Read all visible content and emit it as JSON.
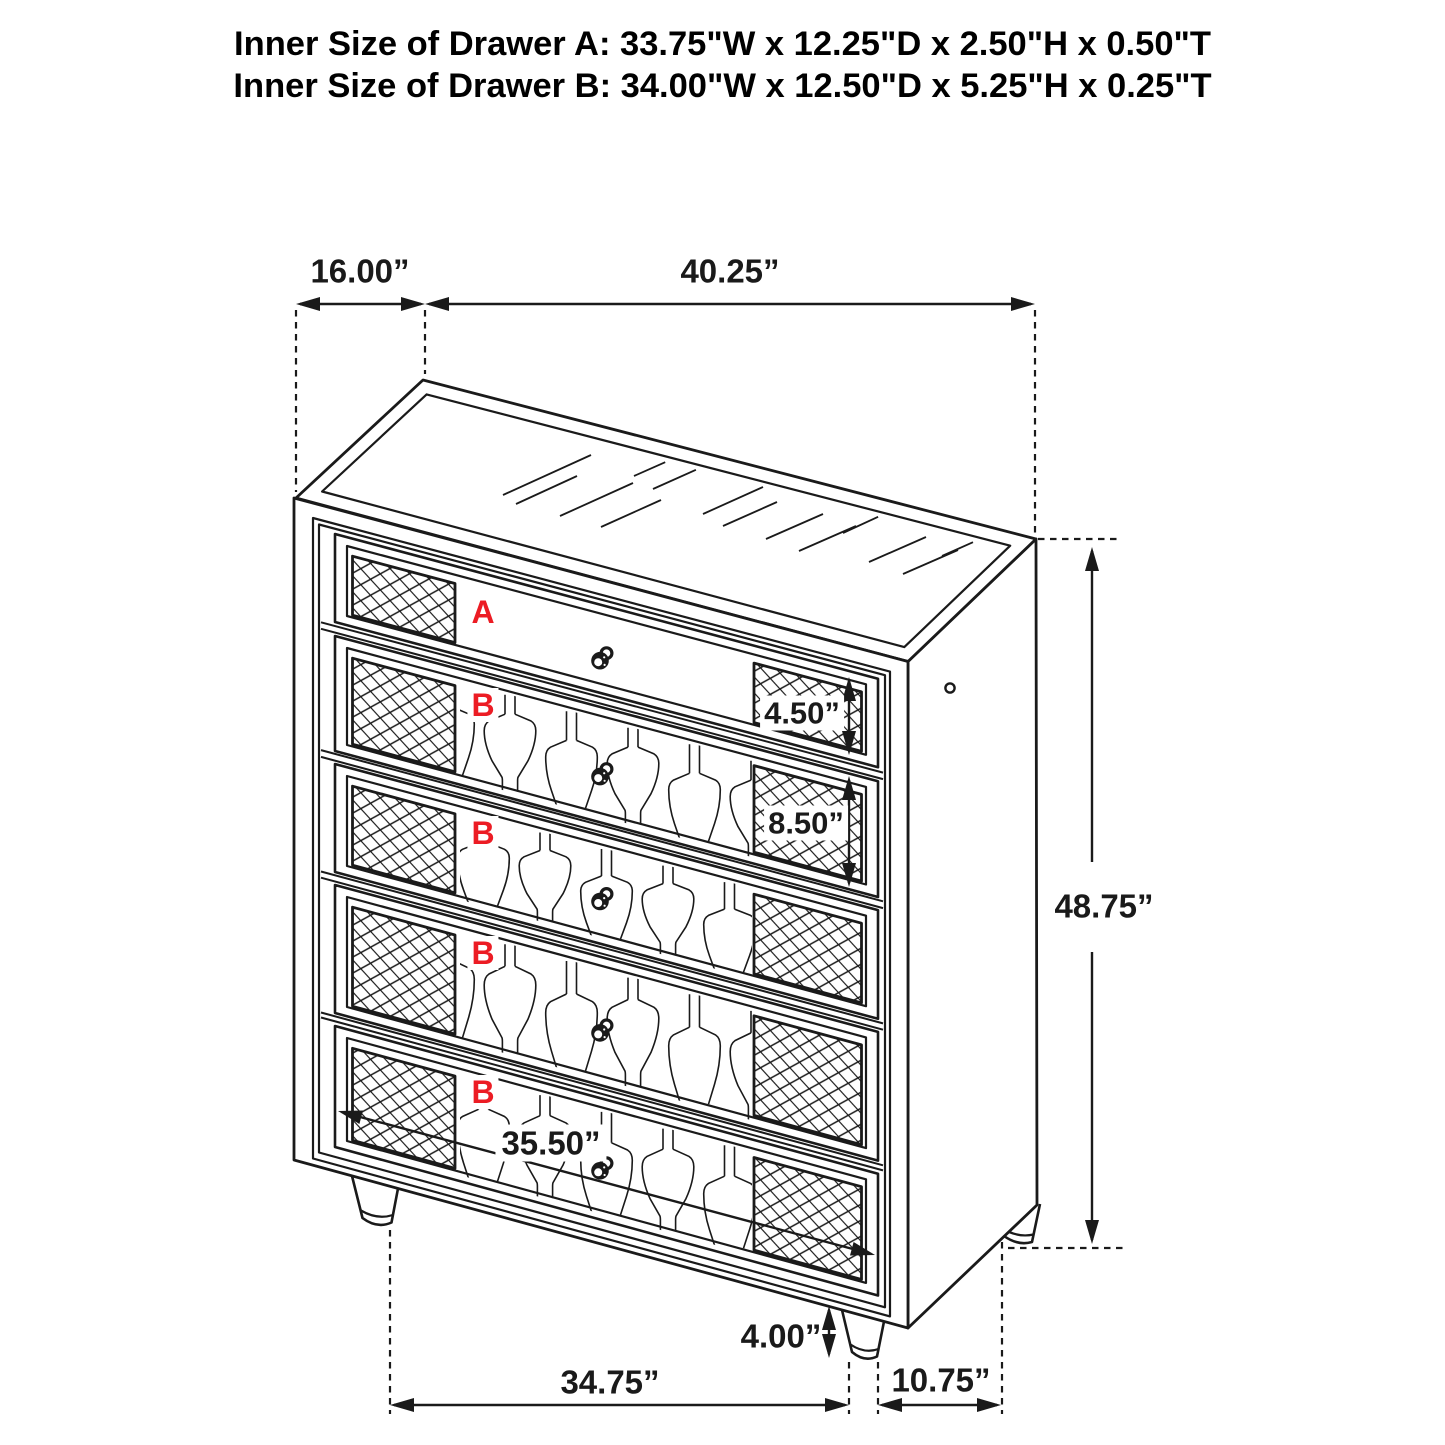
{
  "title": {
    "line1": "Inner Size of Drawer A: 33.75\"W x 12.25\"D x 2.50\"H x 0.50\"T",
    "line2": "Inner Size of Drawer B: 34.00\"W x 12.50\"D x 5.25\"H x 0.25\"T"
  },
  "diagram": {
    "type": "furniture-dimension-diagram",
    "item": "5-drawer chest",
    "ink_color": "#1a1a1a",
    "label_color": "#ec1c24",
    "drawer_labels": {
      "a": "A",
      "b1": "B",
      "b2": "B",
      "b3": "B",
      "b4": "B"
    },
    "dimensions": {
      "depth": "16.00”",
      "width": "40.25”",
      "height": "48.75”",
      "drawer_a_front_height": "4.50”",
      "drawer_b_front_height": "8.50”",
      "drawer_opening_width": "35.50”",
      "leg_height": "4.00”",
      "front_leg_span": "34.75”",
      "side_leg_span": "10.75”"
    }
  }
}
